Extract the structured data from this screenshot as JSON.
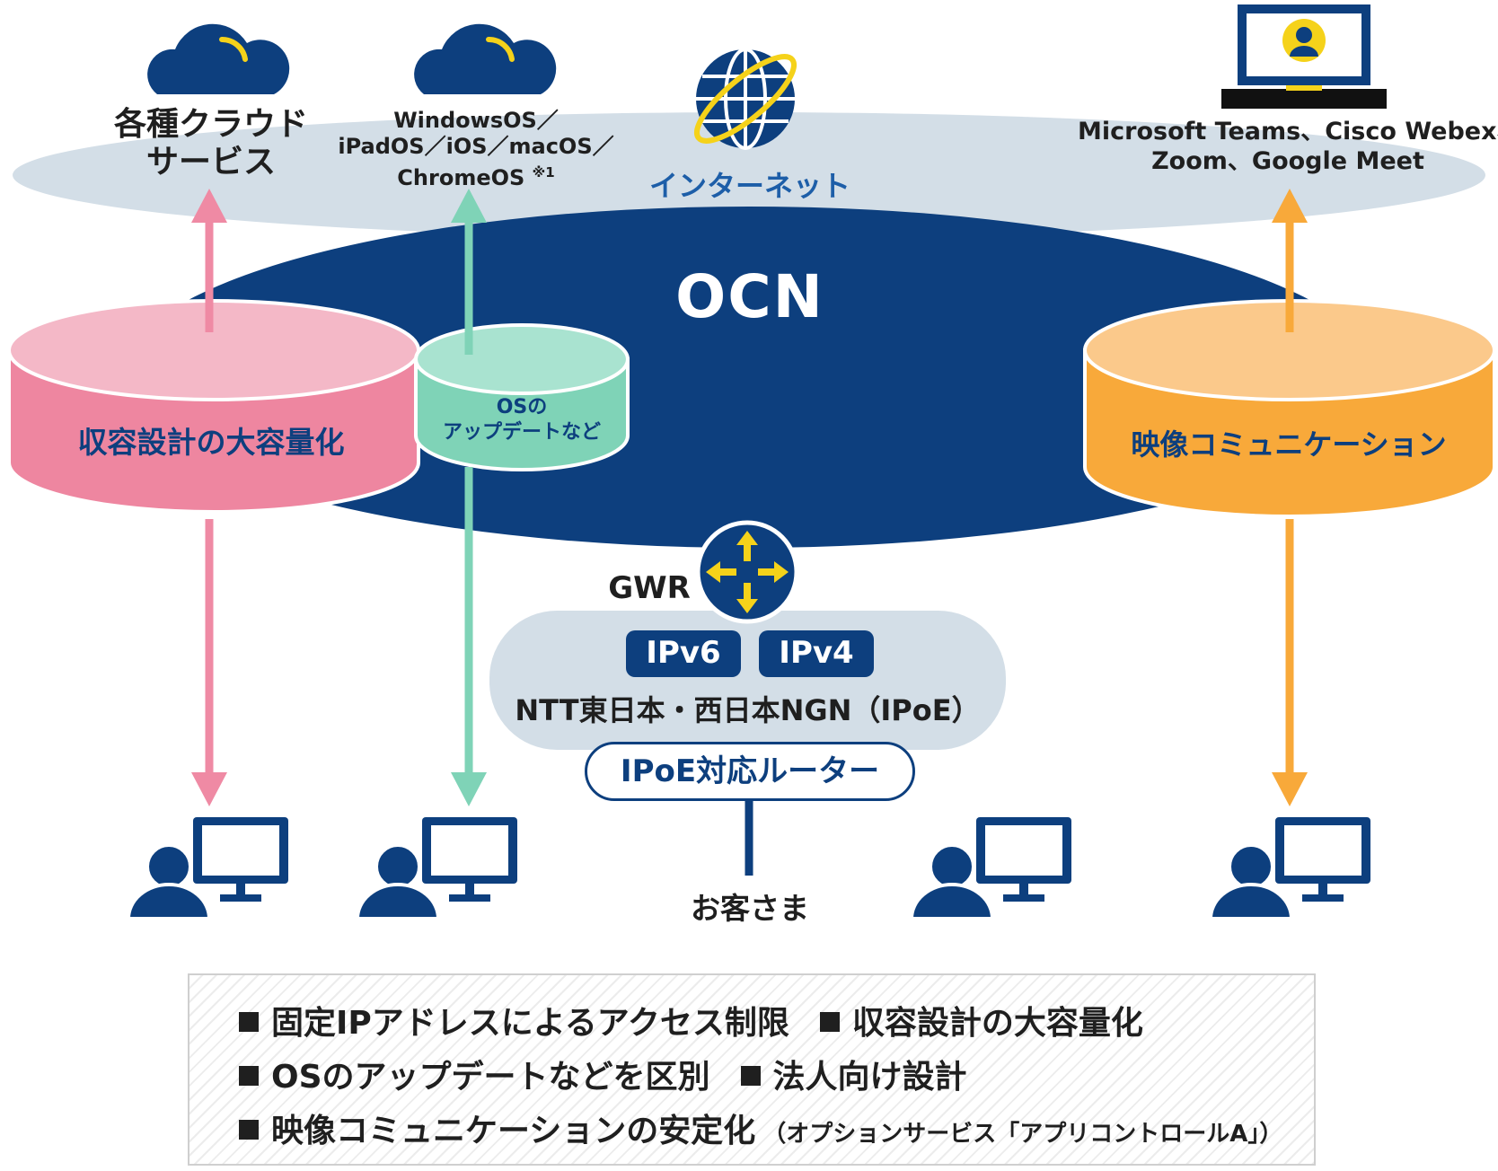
{
  "colors": {
    "navy": "#0d3f7e",
    "internet_ellipse": "#d3dee7",
    "pink": "#ef8aa4",
    "mint": "#7fd3b7",
    "orange": "#f8a93a",
    "gwr_icon": "#f5d21a"
  },
  "internet": {
    "label": "インターネット",
    "icon": "globe-icon",
    "cloud_services": {
      "label_line1": "各種クラウド",
      "label_line2": "サービス",
      "icon": "cloud-icon"
    },
    "os_services": {
      "line1": "WindowsOS／",
      "line2": "iPadOS／iOS／macOS／",
      "line3": "ChromeOS",
      "note": "※1",
      "icon": "cloud-icon"
    },
    "video_services": {
      "line1": "Microsoft Teams、Cisco Webex、",
      "line2": "Zoom、Google Meet",
      "icon": "laptop-user-icon"
    }
  },
  "ocn": {
    "label": "OCN"
  },
  "cylinders": {
    "capacity": "収容設計の大容量化",
    "os_update_line1": "OSの",
    "os_update_line2": "アップデートなど",
    "video": "映像コミュニケーション"
  },
  "gwr": {
    "label": "GWR",
    "icon": "router-arrows-icon"
  },
  "ngn": {
    "ipv6": "IPv6",
    "ipv4": "IPv4",
    "label": "NTT東日本・西日本NGN（IPoE）"
  },
  "router": {
    "label": "IPoE対応ルーター"
  },
  "customers": {
    "label": "お客さま",
    "icon": "user-computer-icon"
  },
  "summary": {
    "items": [
      "固定IPアドレスによるアクセス制限",
      "収容設計の大容量化",
      "OSのアップデートなどを区別",
      "法人向け設計",
      "映像コミュニケーションの安定化"
    ],
    "note": "（オプションサービス「アプリコントロールA」）"
  }
}
